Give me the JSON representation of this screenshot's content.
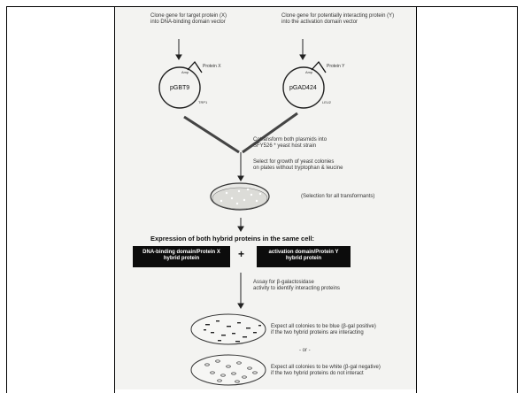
{
  "left_top_caption": [
    "Clone gene for target protein (X)",
    "into DNA-binding domain vector"
  ],
  "right_top_caption": [
    "Clone gene for potentially interacting protein (Y)",
    "into the activation domain vector"
  ],
  "plasmid_left": {
    "name": "pGBT9",
    "protein": "Protein X",
    "site_a": "Amp",
    "site_b": "TRP1"
  },
  "plasmid_right": {
    "name": "pGAD424",
    "protein": "Protein Y",
    "site_a": "Amp",
    "site_b": "LEU2"
  },
  "step1": [
    "Cotransform both plasmids into",
    "SFY526 * yeast host strain"
  ],
  "step2": [
    "Select for growth of yeast colonies",
    "on plates without tryptophan & leucine"
  ],
  "plate_caption": "(Selection for all transformants)",
  "expression_heading": "Expression of both hybrid proteins in the same cell:",
  "box_left": [
    "DNA-binding domain/Protein X",
    "hybrid protein"
  ],
  "box_right": [
    "activation domain/Protein Y",
    "hybrid protein"
  ],
  "plus": "+",
  "assay": [
    "Assay for β-galactosidase",
    "activity to identify interacting proteins"
  ],
  "result_blue": [
    "Expect all colonies to be blue (β-gal positive)",
    "if the two hybrid proteins are interacting"
  ],
  "or_label": "- or -",
  "result_white": [
    "Expect all colonies to be white (β-gal negative)",
    "if the two hybrid proteins do not interact"
  ]
}
